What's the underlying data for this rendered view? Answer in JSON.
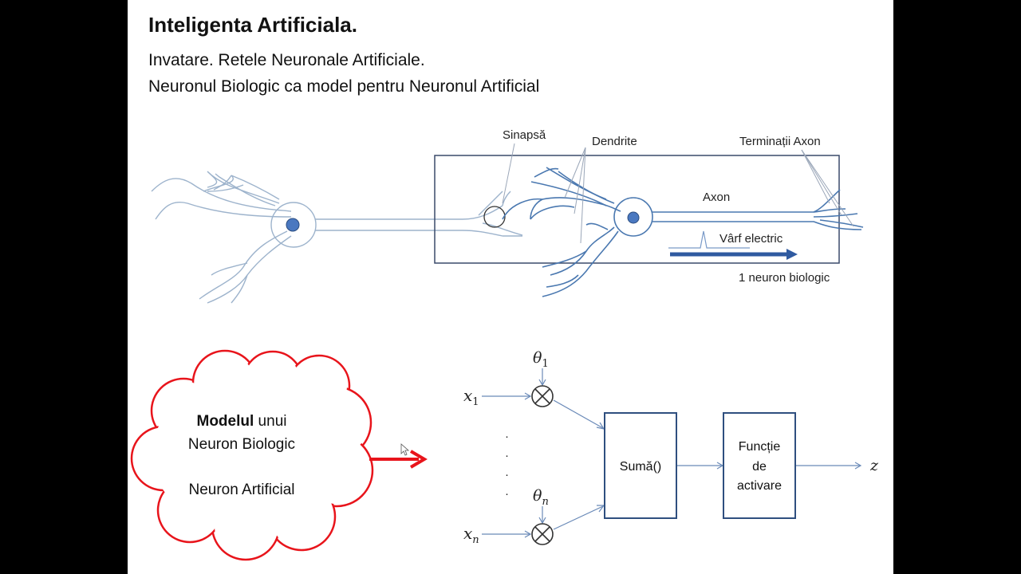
{
  "title": "Inteligenta Artificiala.",
  "subtitle_line1": "Invatare. Retele Neuronale Artificiale.",
  "subtitle_line2": "Neuronul Biologic ca model pentru Neuronul Artificial",
  "bio_diagram": {
    "synapse": "Sinapsă",
    "dendrites": "Dendrite",
    "axon_terminals": "Terminații Axon",
    "axon": "Axon",
    "spike": "Vârf electric",
    "caption": "1 neuron biologic"
  },
  "cloud": {
    "bold": "Modelul",
    "rest1": " unui",
    "line2": "Neuron Biologic",
    "line3": "Neuron Artificial"
  },
  "artificial": {
    "x1": "x",
    "x1_sub": "1",
    "xn": "x",
    "xn_sub": "n",
    "theta1": "θ",
    "theta1_sub": "1",
    "thetan": "θ",
    "thetan_sub": "n",
    "dots": [
      "·",
      "·",
      "·",
      "·"
    ],
    "sum": "Sumă()",
    "act1": "Funcție",
    "act2": "de",
    "act3": "activare",
    "output": "z"
  },
  "colors": {
    "accent_red": "#e8141b",
    "neuron_blue": "#4a78b0",
    "box_border": "#2f4f7f"
  }
}
